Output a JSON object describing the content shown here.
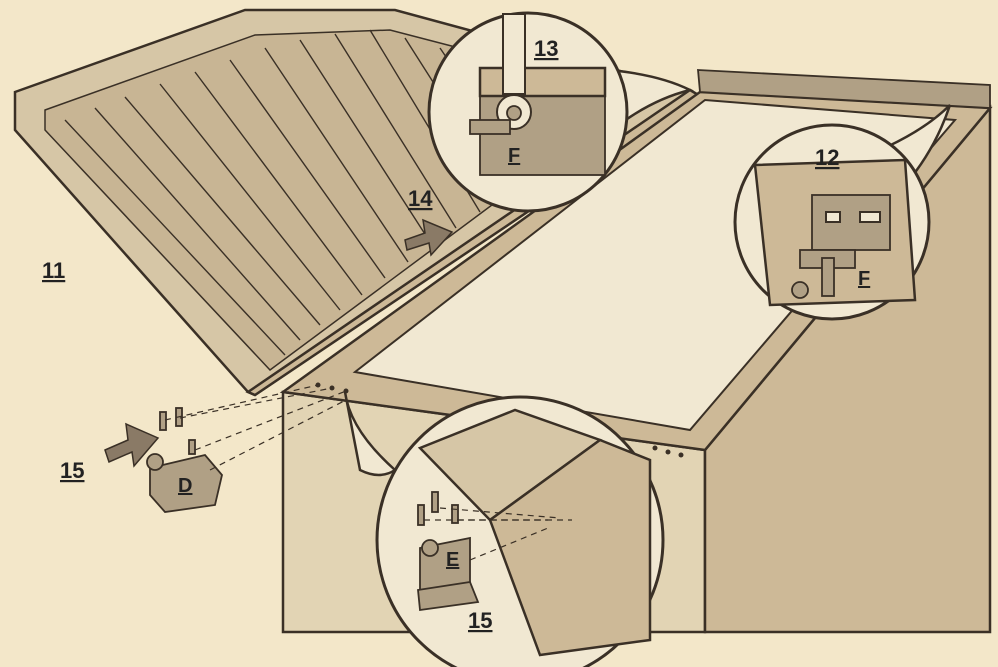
{
  "labels": {
    "step_11": "11",
    "step_12": "12",
    "step_13": "13",
    "step_14": "14",
    "step_15_left": "15",
    "step_15_bottom": "15",
    "part_d": "D",
    "part_e": "E",
    "part_f_top": "F",
    "part_f_right": "F"
  },
  "colors": {
    "background": "#f3e7c9",
    "outline": "#3a3026",
    "lid": "#d6c6a6",
    "panel": "#c8b594",
    "cabinet_front": "#e2d4b4",
    "cabinet_side": "#cdb997",
    "inner": "#f1e8d2",
    "metal": "#b0a085",
    "arrow": "#8a7a66"
  }
}
